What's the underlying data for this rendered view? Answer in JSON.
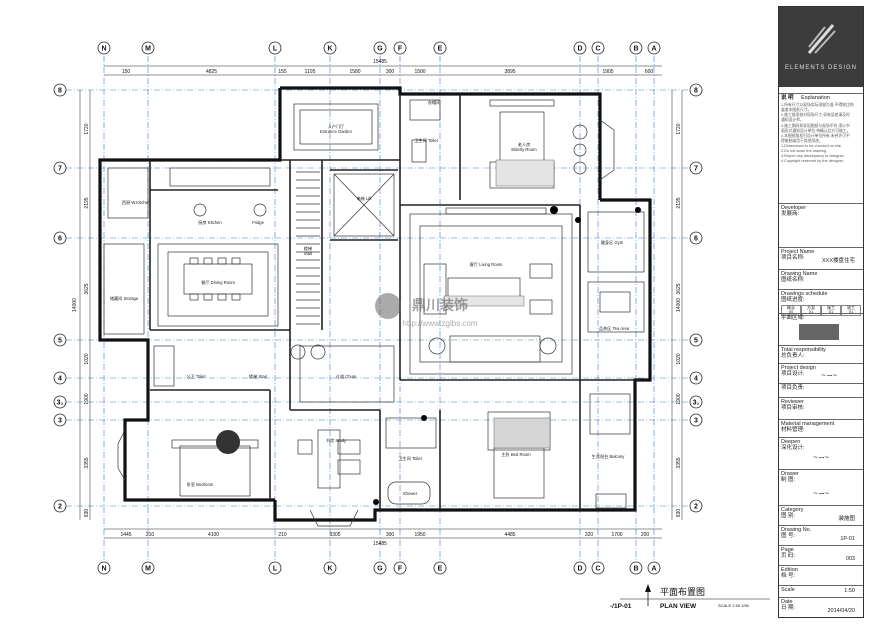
{
  "grid": {
    "columns": [
      "N",
      "M",
      "L",
      "K",
      "G",
      "F",
      "E",
      "D",
      "C",
      "B",
      "A"
    ],
    "rows": [
      "8",
      "7",
      "6",
      "5",
      "4",
      "3₁",
      "3",
      "2"
    ],
    "top_overall": "15485",
    "bottom_overall": "15485",
    "top_dims": [
      "150",
      "4825",
      "155",
      "1105",
      "1580",
      "300",
      "1500",
      "3895",
      "1905",
      "600"
    ],
    "bottom_dims": [
      "1445",
      "210",
      "4100",
      "210",
      "3305",
      "300",
      "1950",
      "4485",
      "320",
      "1700",
      "200"
    ],
    "left_overall": "14000",
    "left_dims": [
      "1720",
      "2195",
      "3625",
      "1020",
      "1900",
      "3355",
      "830"
    ]
  },
  "rooms": {
    "entrance_garden": "入户门厅\nEntrance Garden",
    "elderly_room": "老人房\nElderly Room",
    "toilet_top": "卫生间 Toilet",
    "cloak_top": "衣帽间",
    "kitchen": "厨房 Kitchen",
    "western_kitchen": "西厨 W.Kitchen",
    "fridge": "Fridge",
    "elevator": "电梯 Lift",
    "stair": "楼梯\nStair",
    "dining": "餐厅 Dining Room",
    "storage": "储藏间 Storage",
    "living": "客厅 Living Room",
    "gym": "健身区 Gym",
    "tea": "品茶区 Tea Area",
    "chute": "过道 Chute",
    "public_toilet": "公卫 Toilet",
    "stair_lower": "楼梯 Stair",
    "bedroom_left": "卧室 Bedroom",
    "study": "书房 Study",
    "toilet_mid": "卫生间 Toilet",
    "shower": "Shower",
    "master_bed": "主卧 Bed Room",
    "balcony": "生活阳台 Balcony"
  },
  "watermark": {
    "cn": "鼎川装饰",
    "url": "http://www.zglbs.com"
  },
  "caption": {
    "cn": "平面布置图",
    "en": "PLAN VIEW",
    "code": "-/1P-01",
    "scale": "SCALE 1:50 1/50"
  },
  "titleblock": {
    "logo_text": "ELEMENTS DESIGN",
    "notes_title": "说 明",
    "notes_sub": "Explanation",
    "notes_lines": [
      "1.所有尺寸以现场实际测量为准,不得按比例",
      "量度本图纸尺寸。",
      "2.施工前须核对现场尺寸,如有误差请及时",
      "通知设计师。",
      "3.施工期间如发现图纸与现场不符,须以书",
      "面形式通知设计单位,待确认后方可施工。",
      "4.本图纸版权归设计单位所有,未经许可不",
      "得复制或用于其他用途。",
      "1.Dimensions to be checked on site.",
      "2.Do not scale the drawing.",
      "3.Report any discrepancy to designer.",
      "4.Copyright reserved by the designer."
    ],
    "developer_label": "Developer",
    "developer_cn": "发展商:",
    "project_label": "Project Name",
    "project_cn": "项目名称:",
    "project_val": "XXX楼盘住宅",
    "drawing_label": "Drawing Name",
    "drawing_cn": "图纸名称:",
    "schedule_label": "Drawings schedule",
    "schedule_cn": "图纸进度:",
    "sched_headers": [
      "概念",
      "方案",
      "施工",
      "竣工"
    ],
    "sched_values": [
      "00",
      "01",
      "01",
      "01"
    ],
    "keyplan": "平面区域:",
    "responsible_label": "Total responsibility",
    "responsible_cn": "总负责人:",
    "design_label": "Project design",
    "design_cn": "项目设计:",
    "chief_cn": "项目负责:",
    "reviewer_label": "Reviewer",
    "reviewer_cn": "项目审核:",
    "material_label": "Material management",
    "material_cn": "材料管理:",
    "detail_label": "Deepen",
    "detail_cn": "深化设计:",
    "drawn_label": "Drawer",
    "drawn_cn": "制 图:",
    "category_label": "Category",
    "category_cn": "图 别:",
    "category_val": "装施图",
    "number_label": "Drawing No.",
    "number_cn": "图 号:",
    "number_val": "1P-01",
    "page_label": "Page",
    "page_cn": "页 码:",
    "page_val": "003",
    "edition_label": "Edition",
    "edition_cn": "档 号:",
    "scale_label": "Scale",
    "scale_val": "1:50",
    "date_label": "Date",
    "date_cn": "日 期:",
    "date_val": "2014/04/20"
  }
}
